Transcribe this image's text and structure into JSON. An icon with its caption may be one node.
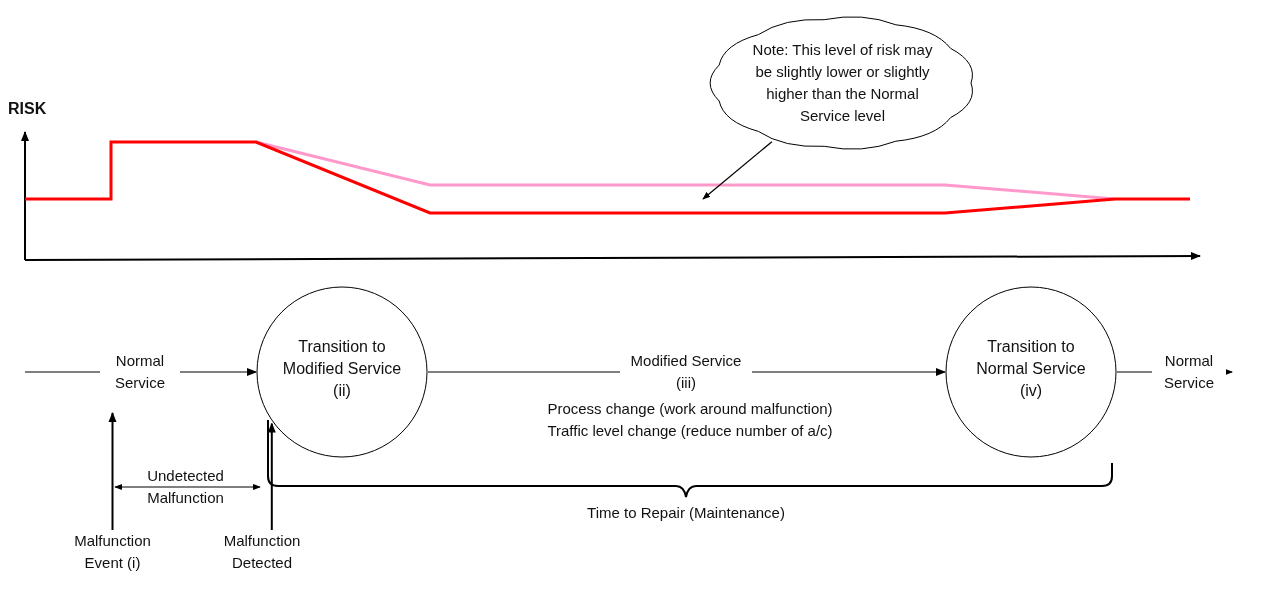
{
  "diagram": {
    "nodes": [
      {
        "text": [
          "Transition to Modified Service (ii)"
        ]
      },
      {
        "text": [
          "Transition to Normal Service (iv)"
        ]
      },
      {
        "text": [
          "Malfunction Event (i)"
        ]
      },
      {
        "text": [
          "Malfunction Detected"
        ]
      },
      {
        "text": [
          "Note: This level of risk may be slightly lower or slightly higher than the Normal Service level"
        ]
      }
    ],
    "edges": [
      {
        "from": null,
        "to": 0,
        "arrow": "to",
        "label": "Normal Service"
      },
      {
        "from": 0,
        "to": 1,
        "arrow": "to",
        "label": "Modified Service (iii)"
      },
      {
        "from": 1,
        "to": null,
        "arrow": "to",
        "label": "Normal Service"
      },
      {
        "from": 2,
        "to": null,
        "arrow": "to"
      },
      {
        "from": 3,
        "to": 0,
        "arrow": "to"
      },
      {
        "from": 4,
        "to": null,
        "arrow": "to"
      }
    ],
    "labels": [
      "RISK",
      "Process change (work around malfunction)",
      "Traffic level change (reduce number of a/c)",
      "Undetected Malfunction",
      "Time to Repair (Maintenance)"
    ]
  }
}
